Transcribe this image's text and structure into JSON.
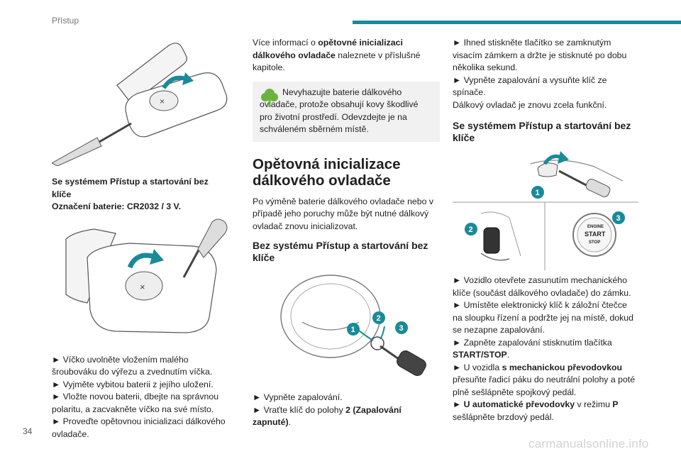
{
  "header": {
    "section_title": "Přístup",
    "accent_color": "#1a8a98"
  },
  "page_number": "34",
  "watermark": "carmanualsonline.info",
  "col1": {
    "caption_line1": "Se systémem Přístup a startování bez klíče",
    "caption_line2": "Označení baterie: CR2032 / 3 V.",
    "steps": [
      "► Víčko uvolněte vložením malého šroubováku do výřezu a zvednutím víčka.",
      "► Vyjměte vybitou baterii z jejího uložení.",
      "► Vložte novou baterii, dbejte na správnou polaritu, a zacvakněte víčko na své místo.",
      "► Proveďte opětovnou inicializaci dálkového ovladače."
    ]
  },
  "col2": {
    "intro_pre": "Více informací o ",
    "intro_bold": "opětovné inicializaci dálkového ovladače",
    "intro_post": " naleznete v příslušné kapitole.",
    "eco_note": "Nevyhazujte baterie dálkového ovladače, protože obsahují kovy škodlivé pro životní prostředí. Odevzdejte je na schváleném sběrném místě.",
    "heading": "Opětovná inicializace dálkového ovladače",
    "para": "Po výměně baterie dálkového ovladače nebo v případě jeho poruchy může být nutné dálkový ovladač znovu inicializovat.",
    "subheading": "Bez systému Přístup a startování bez klíče",
    "badges": [
      "1",
      "2",
      "3"
    ],
    "step1": "► Vypněte zapalování.",
    "step2_pre": "► Vraťte klíč do polohy ",
    "step2_bold": "2 (Zapalování zapnuté)",
    "step2_post": "."
  },
  "col3": {
    "steps_top": [
      "► Ihned stiskněte tlačítko se zamknutým visacím zámkem a držte je stisknuté po dobu několika sekund.",
      "► Vypněte zapalování a vysuňte klíč ze spínače."
    ],
    "status": "Dálkový ovladač je znovu zcela funkční.",
    "subheading": "Se systémem Přístup a startování bez klíče",
    "badges": [
      "1",
      "2",
      "3"
    ],
    "button_text": [
      "ENGINE",
      "START",
      "STOP"
    ],
    "step_a": "► Vozidlo otevřete zasunutím mechanického klíče (součást dálkového ovladače) do zámku.",
    "step_b": "► Umístěte elektronický klíč k záložní čtečce na sloupku řízení a podržte jej na místě, dokud se nezapne zapalování.",
    "step_c_pre": "► Zapněte zapalování stisknutím tlačítka ",
    "step_c_bold": "START/STOP",
    "step_c_post": ".",
    "step_d_pre": "► U vozidla ",
    "step_d_bold": "s mechanickou převodovkou",
    "step_d_post": " přesuňte řadicí páku do neutrální polohy a poté plně sešlápněte spojkový pedál.",
    "step_e_pre": "► ",
    "step_e_bold": "U automatické převodovky",
    "step_e_mid": " v režimu ",
    "step_e_bold2": "P",
    "step_e_post": " sešlápněte brzdový pedál."
  }
}
